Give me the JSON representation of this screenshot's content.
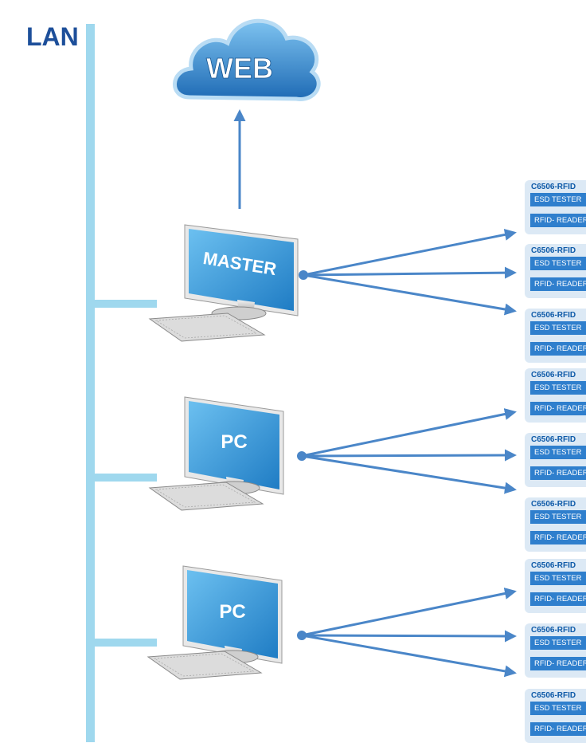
{
  "lan_label": "LAN",
  "web_label": "WEB",
  "computers": [
    {
      "label": "MASTER",
      "role": "master"
    },
    {
      "label": "PC",
      "role": "client"
    },
    {
      "label": "PC",
      "role": "client"
    }
  ],
  "devices": [
    {
      "model": "C6506-RFID",
      "line1": "ESD TESTER",
      "line2": "RFID- READER"
    },
    {
      "model": "C6506-RFID",
      "line1": "ESD TESTER",
      "line2": "RFID- READER"
    },
    {
      "model": "C6506-RFID",
      "line1": "ESD TESTER",
      "line2": "RFID- READER"
    },
    {
      "model": "C6506-RFID",
      "line1": "ESD TESTER",
      "line2": "RFID- READER"
    },
    {
      "model": "C6506-RFID",
      "line1": "ESD TESTER",
      "line2": "RFID- READER"
    },
    {
      "model": "C6506-RFID",
      "line1": "ESD TESTER",
      "line2": "RFID- READER"
    },
    {
      "model": "C6506-RFID",
      "line1": "ESD TESTER",
      "line2": "RFID- READER"
    },
    {
      "model": "C6506-RFID",
      "line1": "ESD TESTER",
      "line2": "RFID- READER"
    },
    {
      "model": "C6506-RFID",
      "line1": "ESD TESTER",
      "line2": "RFID- READER"
    }
  ],
  "colors": {
    "lan_bus": "#9fd8ee",
    "arrow": "#4a86c8",
    "label_text": "#1d4f9a",
    "device_bar": "#2f7fcd",
    "device_bg": "#dce9f5",
    "screen": "#3f9ad8"
  },
  "icons": [
    "cloud-icon",
    "monitor-icon",
    "keyboard-icon"
  ]
}
